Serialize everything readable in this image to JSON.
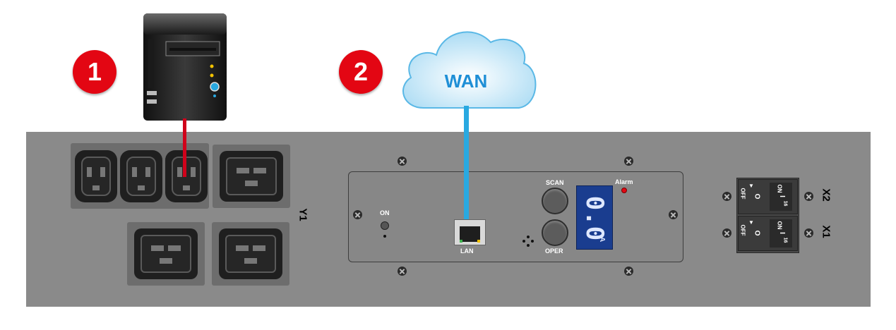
{
  "markers": [
    "1",
    "2"
  ],
  "cloud_label": "WAN",
  "module": {
    "on_label": "ON",
    "lan_label": "LAN",
    "scan_label": "SCAN",
    "oper_label": "OPER",
    "alarm_label": "Alarm",
    "display_text": "0.0",
    "display_unit": "A"
  },
  "outlet_group_label": "Y1",
  "breakers": [
    {
      "label": "X2",
      "on": "ON",
      "off": "OFF",
      "symbol_on": "I",
      "symbol_off": "O",
      "rating": "16"
    },
    {
      "label": "X1",
      "on": "ON",
      "off": "OFF",
      "symbol_on": "I",
      "symbol_off": "O",
      "rating": "16"
    }
  ],
  "colors": {
    "marker": "#e30613",
    "server_cable": "#d0021b",
    "lan_cable": "#29a9e1",
    "wan_text": "#1f8fd6",
    "display_bg": "#1a3d8f"
  }
}
